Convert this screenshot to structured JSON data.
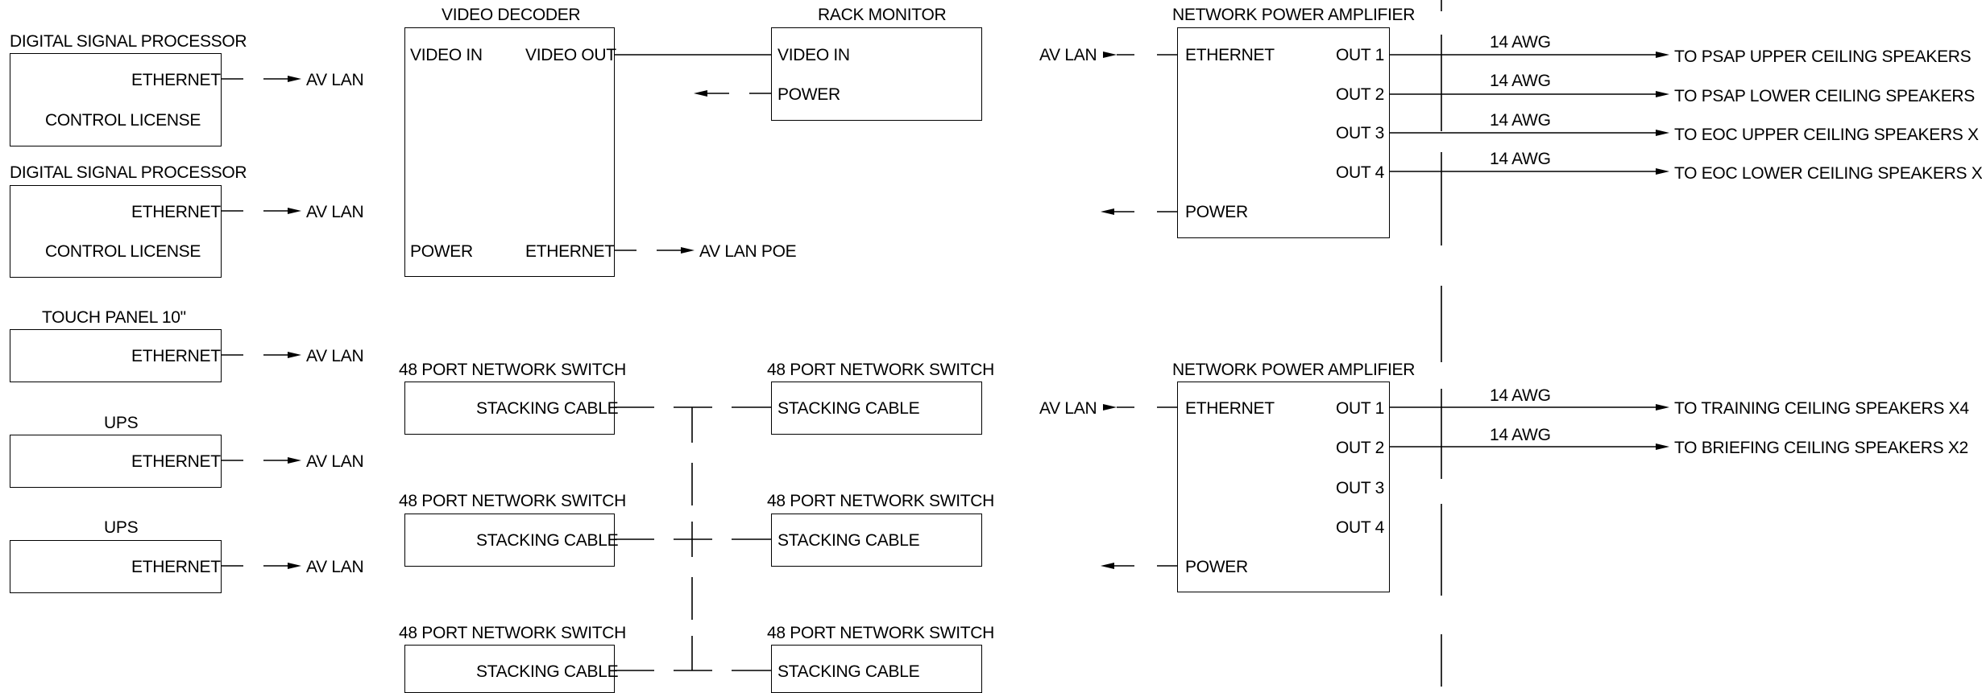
{
  "dsp1": {
    "title": "DIGITAL SIGNAL PROCESSOR",
    "ethernet": "ETHERNET",
    "license": "CONTROL LICENSE",
    "dest": "AV LAN"
  },
  "dsp2": {
    "title": "DIGITAL SIGNAL PROCESSOR",
    "ethernet": "ETHERNET",
    "license": "CONTROL LICENSE",
    "dest": "AV LAN"
  },
  "touch": {
    "title": "TOUCH PANEL 10\"",
    "ethernet": "ETHERNET",
    "dest": "AV LAN"
  },
  "ups1": {
    "title": "UPS",
    "ethernet": "ETHERNET",
    "dest": "AV LAN"
  },
  "ups2": {
    "title": "UPS",
    "ethernet": "ETHERNET",
    "dest": "AV LAN"
  },
  "decoder": {
    "title": "VIDEO DECODER",
    "video_in": "VIDEO IN",
    "video_out": "VIDEO OUT",
    "power": "POWER",
    "ethernet": "ETHERNET",
    "dest": "AV LAN POE"
  },
  "monitor": {
    "title": "RACK MONITOR",
    "video_in": "VIDEO IN",
    "power": "POWER"
  },
  "switches": {
    "title": "48 PORT NETWORK SWITCH",
    "port": "STACKING CABLE"
  },
  "amp1": {
    "title": "NETWORK POWER AMPLIFIER",
    "ethernet": "ETHERNET",
    "power": "POWER",
    "src": "AV LAN",
    "outs": [
      "OUT 1",
      "OUT 2",
      "OUT 3",
      "OUT 4"
    ],
    "awg": [
      "14 AWG",
      "14 AWG",
      "14 AWG",
      "14 AWG"
    ],
    "dests": [
      "TO PSAP UPPER CEILING SPEAKERS",
      "TO PSAP LOWER CEILING SPEAKERS",
      "TO EOC UPPER CEILING SPEAKERS X",
      "TO EOC LOWER CEILING SPEAKERS X"
    ]
  },
  "amp2": {
    "title": "NETWORK POWER AMPLIFIER",
    "ethernet": "ETHERNET",
    "power": "POWER",
    "src": "AV LAN",
    "outs": [
      "OUT 1",
      "OUT 2",
      "OUT 3",
      "OUT 4"
    ],
    "awg": [
      "14 AWG",
      "14 AWG"
    ],
    "dests": [
      "TO TRAINING CEILING SPEAKERS X4",
      "TO BRIEFING CEILING SPEAKERS X2"
    ]
  }
}
